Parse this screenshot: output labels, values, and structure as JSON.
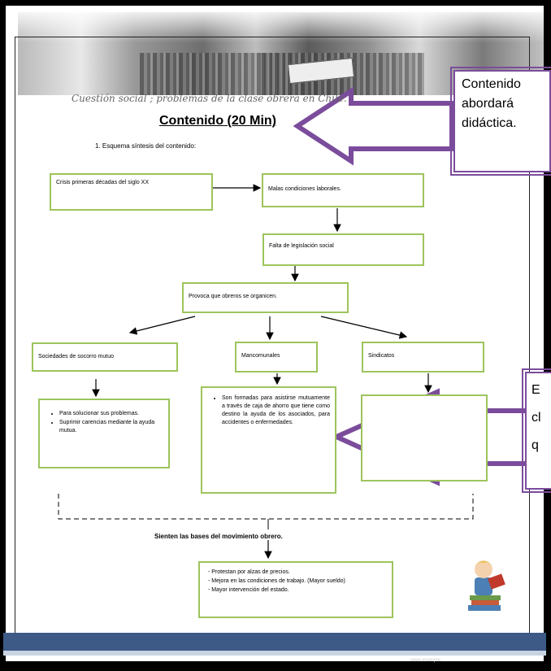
{
  "header": {
    "subtitle": "Cuestión social ; problemas de la clase obrera en Chile.",
    "title": "Contenido (20 Min)",
    "esquema": "1.   Esquema síntesis del contenido:"
  },
  "diagram": {
    "crisis": "Crisis primeras décadas del siglo XX",
    "malas": "Malas condiciones laborales.",
    "falta": "Falta de legislación social",
    "provoca": "Provoca que obreros se organicen.",
    "sociedades": "Sociedades de socorro mutuo",
    "mancomunales": "Mancomunales",
    "sindicatos": "Sindicatos",
    "sociedades_items": [
      "Para solucionar sus problemas.",
      "Suprimir carencias mediante la ayuda mutua."
    ],
    "mancomunales_items": [
      "Son formadas para asistirse mutuamente a través de caja de ahorro que tiene como destino la ayuda de los asociados, para accidentes o enfermedades."
    ],
    "sienten": "Sienten  las bases del movimiento obrero.",
    "resultado_items": [
      "Protestan por alzas de precios.",
      "Mejora en las condiciones de trabajo. (Mayor sueldo)",
      "Mayor intervención del estado."
    ]
  },
  "callouts": {
    "top": [
      "Contenido",
      "abordará",
      "didáctica."
    ],
    "right": [
      "E",
      "cl",
      "q"
    ]
  },
  "footer": {
    "text": "www.example"
  },
  "colors": {
    "box_border": "#9dc45c",
    "callout": "#7b4c9c",
    "footer": "#3d5a86"
  }
}
